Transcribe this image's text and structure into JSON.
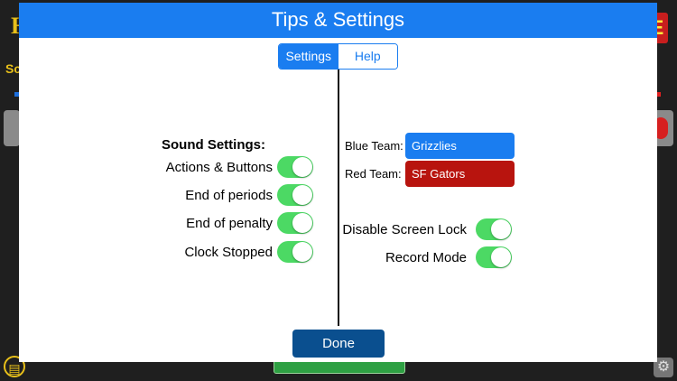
{
  "background": {
    "top_left_glyph": "H",
    "top_right_glyph": "E",
    "left_text": "Sc",
    "right_text": "",
    "clipboard_icon": "clipboard-icon",
    "gear_icon": "gear-icon"
  },
  "modal": {
    "title": "Tips & Settings",
    "tabs": [
      {
        "label": "Settings",
        "active": true
      },
      {
        "label": "Help",
        "active": false
      }
    ],
    "sound_settings": {
      "title": "Sound Settings:",
      "items": [
        {
          "label": "Actions & Buttons",
          "on": true
        },
        {
          "label": "End of periods",
          "on": true
        },
        {
          "label": "End of penalty",
          "on": true
        },
        {
          "label": "Clock Stopped",
          "on": true
        }
      ]
    },
    "teams": {
      "blue": {
        "label": "Blue Team:",
        "value": "Grizzlies",
        "color": "#1a7df0"
      },
      "red": {
        "label": "Red Team:",
        "value": "SF Gators",
        "color": "#b8140e"
      }
    },
    "options": [
      {
        "label": "Disable Screen Lock",
        "on": true
      },
      {
        "label": "Record Mode",
        "on": true
      }
    ],
    "done_label": "Done"
  },
  "colors": {
    "accent": "#1a7df0",
    "toggle_on": "#4cd964",
    "done": "#0a4f8f"
  }
}
